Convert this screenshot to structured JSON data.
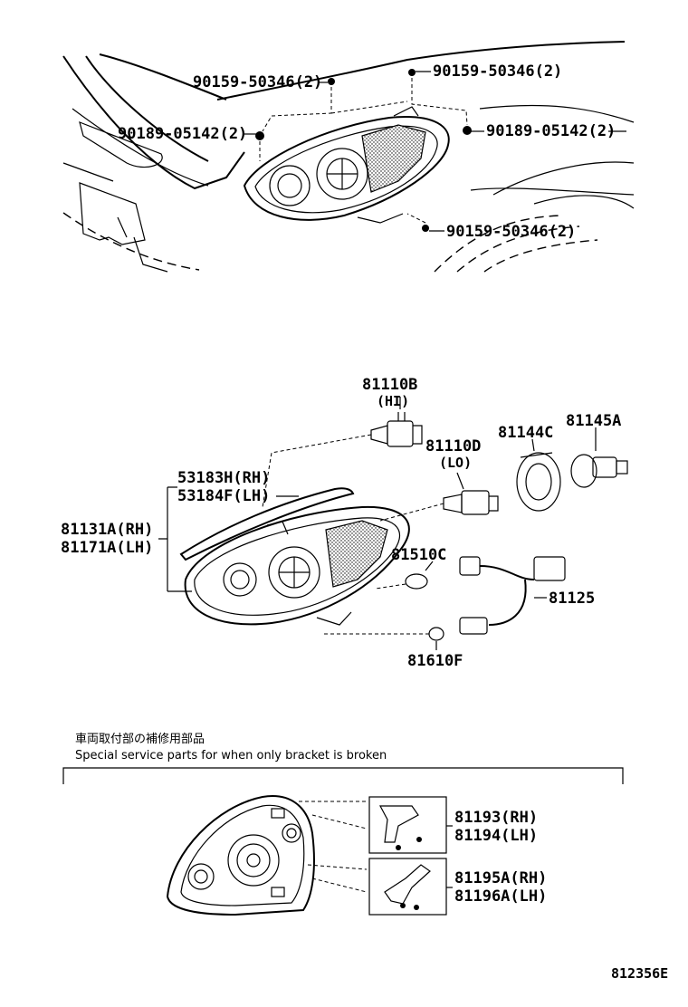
{
  "top_section": {
    "parts": [
      {
        "number": "90159-50346(2)"
      },
      {
        "number": "90159-50346(2)"
      },
      {
        "number": "90189-05142(2)"
      },
      {
        "number": "90189-05142(2)"
      },
      {
        "number": "90159-50346(2)"
      }
    ]
  },
  "exploded_section": {
    "bulb_hi": {
      "number": "81110B",
      "note": "(HI)"
    },
    "bulb_lo": {
      "number": "81110D",
      "note": "(LO)"
    },
    "seal": {
      "number": "81144C"
    },
    "socket": {
      "number": "81145A"
    },
    "gasket_rh": {
      "number": "53183H(RH)"
    },
    "gasket_lh": {
      "number": "53184F(LH)"
    },
    "unit_rh": {
      "number": "81131A(RH)"
    },
    "unit_lh": {
      "number": "81171A(LH)"
    },
    "side_bulb": {
      "number": "81510C"
    },
    "wire": {
      "number": "81125"
    },
    "marker_bulb": {
      "number": "81610F"
    }
  },
  "service_section": {
    "title_jp": "車両取付部の補修用部品",
    "title_en": "Special service parts for when only bracket is broken",
    "bracket_a_rh": {
      "number": "81193(RH)"
    },
    "bracket_a_lh": {
      "number": "81194(LH)"
    },
    "bracket_b_rh": {
      "number": "81195A(RH)"
    },
    "bracket_b_lh": {
      "number": "81196A(LH)"
    }
  },
  "figure_id": "812356E"
}
